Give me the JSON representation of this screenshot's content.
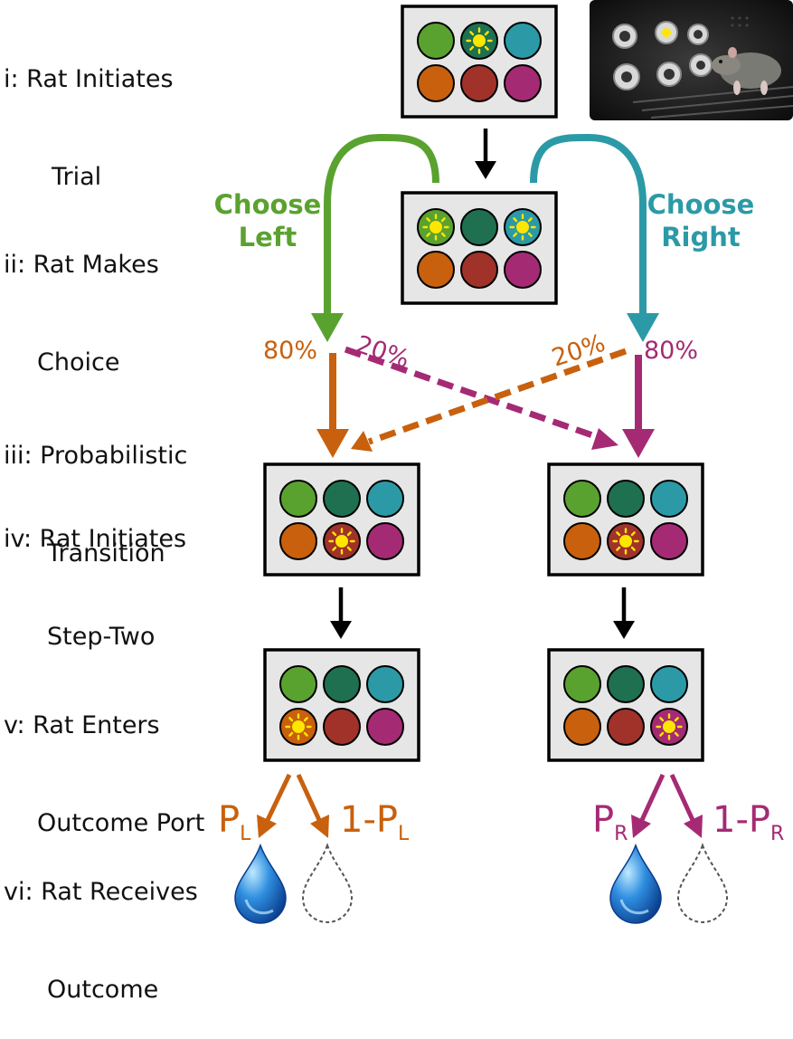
{
  "steps": [
    {
      "line1": "i: Rat Initiates",
      "line2": "Trial"
    },
    {
      "line1": "ii: Rat Makes",
      "line2": "Choice"
    },
    {
      "line1": "iii: Probabilistic",
      "line2": "Transition"
    },
    {
      "line1": "iv: Rat Initiates",
      "line2": "Step-Two"
    },
    {
      "line1": "v: Rat Enters",
      "line2": "Outcome Port"
    },
    {
      "line1": "vi: Rat Receives",
      "line2": "Outcome"
    }
  ],
  "choices": {
    "left": {
      "line1": "Choose",
      "line2": "Left",
      "color": "#5aa22f"
    },
    "right": {
      "line1": "Choose",
      "line2": "Right",
      "color": "#2b9aa6"
    }
  },
  "transitions": {
    "left_common": "80%",
    "left_rare": "20%",
    "right_rare": "20%",
    "right_common": "80%",
    "left_color": "#c8600d",
    "right_color": "#a52a74"
  },
  "outcomes": {
    "left": {
      "p_main": "P",
      "p_sub": "L",
      "q_main": "1-P",
      "q_sub": "L",
      "color": "#c8600d"
    },
    "right": {
      "p_main": "P",
      "p_sub": "R",
      "q_main": "1-P",
      "q_sub": "R",
      "color": "#a52a74"
    }
  },
  "port_colors": {
    "green": "#5aa22f",
    "dark_green": "#1e7050",
    "teal": "#2b9aa6",
    "orange": "#c8600d",
    "red": "#a0322a",
    "magenta": "#a52a74",
    "light": "#ffe600"
  }
}
